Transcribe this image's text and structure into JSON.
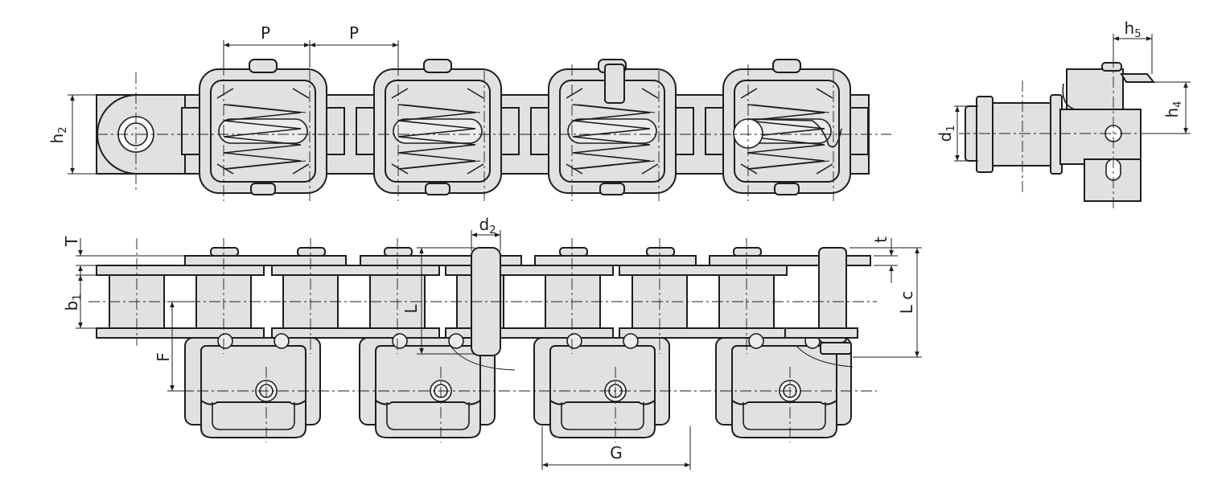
{
  "dimensions": {
    "P1": "P",
    "P2": "P",
    "h2": {
      "main": "h",
      "sub": "2"
    },
    "h5": {
      "main": "h",
      "sub": "5"
    },
    "h4": {
      "main": "h",
      "sub": "4"
    },
    "d1": {
      "main": "d",
      "sub": "1"
    },
    "d2": {
      "main": "d",
      "sub": "2"
    },
    "T": "T",
    "t": "t",
    "b1": {
      "main": "b",
      "sub": "1"
    },
    "L": "L",
    "Lc": "L c",
    "F": "F",
    "G": "G"
  },
  "colors": {
    "fill": "#e1e1e1",
    "stroke": "#1e1e1e",
    "background": "#ffffff"
  }
}
